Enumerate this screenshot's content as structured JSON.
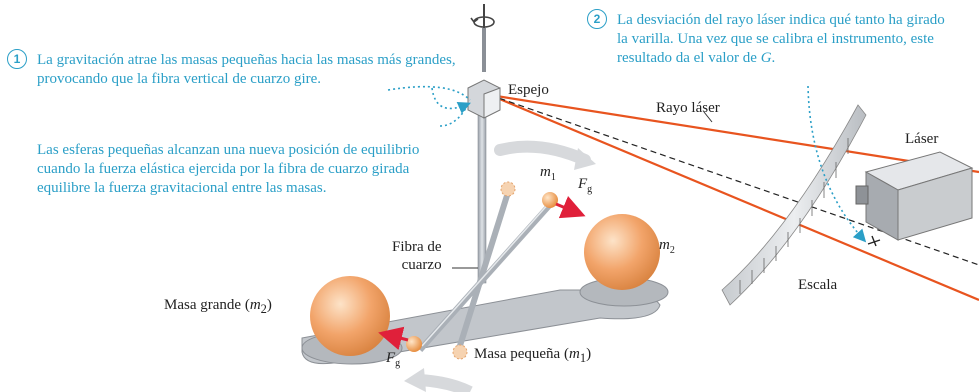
{
  "colors": {
    "annotation": "#2b9fc7",
    "laser": "#e8541f",
    "force_arrow": "#e0203a",
    "sphere": "#f2a46a",
    "frame": "#b8bcc2",
    "text": "#222222"
  },
  "note1": {
    "number": "1",
    "text": "La gravitación atrae las masas pequeñas hacia las masas más grandes, provocando que la fibra vertical de cuarzo gire."
  },
  "note1b": {
    "text": "Las esferas pequeñas alcanzan una nueva posición de equilibrio cuando la fuerza elástica ejercida por la fibra de cuarzo girada equilibre la fuerza gravitacional entre las masas."
  },
  "note2": {
    "number": "2",
    "text": "La desviación del rayo láser indica qué tanto ha girado la varilla. Una vez que se calibra el instrumento, este resultado da el valor de",
    "symbol": "G",
    "end": "."
  },
  "labels": {
    "mirror": "Espejo",
    "laser_ray": "Rayo láser",
    "laser": "Láser",
    "scale": "Escala",
    "fiber_line1": "Fibra de",
    "fiber_line2": "cuarzo",
    "big_mass": "Masa grande",
    "small_mass": "Masa pequeña"
  },
  "symbols": {
    "m": "m",
    "F": "F",
    "sub1": "1",
    "sub2": "2",
    "subg": "g"
  }
}
